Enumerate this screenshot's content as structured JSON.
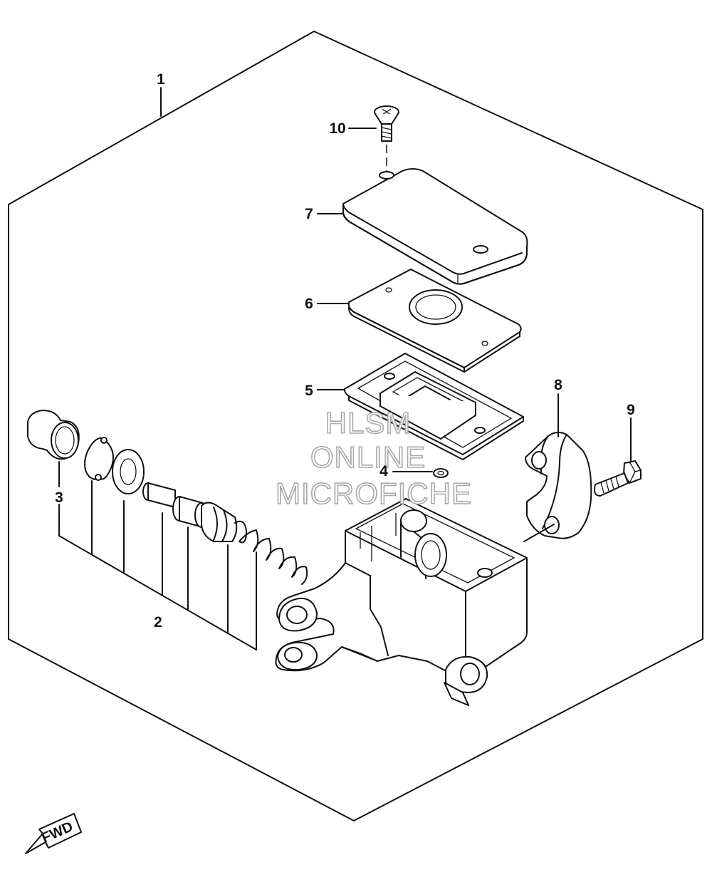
{
  "callouts": [
    {
      "id": "1",
      "text": "1"
    },
    {
      "id": "2",
      "text": "2"
    },
    {
      "id": "3",
      "text": "3"
    },
    {
      "id": "4",
      "text": "4"
    },
    {
      "id": "5",
      "text": "5"
    },
    {
      "id": "6",
      "text": "6"
    },
    {
      "id": "7",
      "text": "7"
    },
    {
      "id": "8",
      "text": "8"
    },
    {
      "id": "9",
      "text": "9"
    },
    {
      "id": "10",
      "text": "10"
    }
  ],
  "watermark": {
    "line1": "HLSM",
    "line2": "ONLINE",
    "line3": "MICROFICHE"
  },
  "fwd_label": "FWD"
}
